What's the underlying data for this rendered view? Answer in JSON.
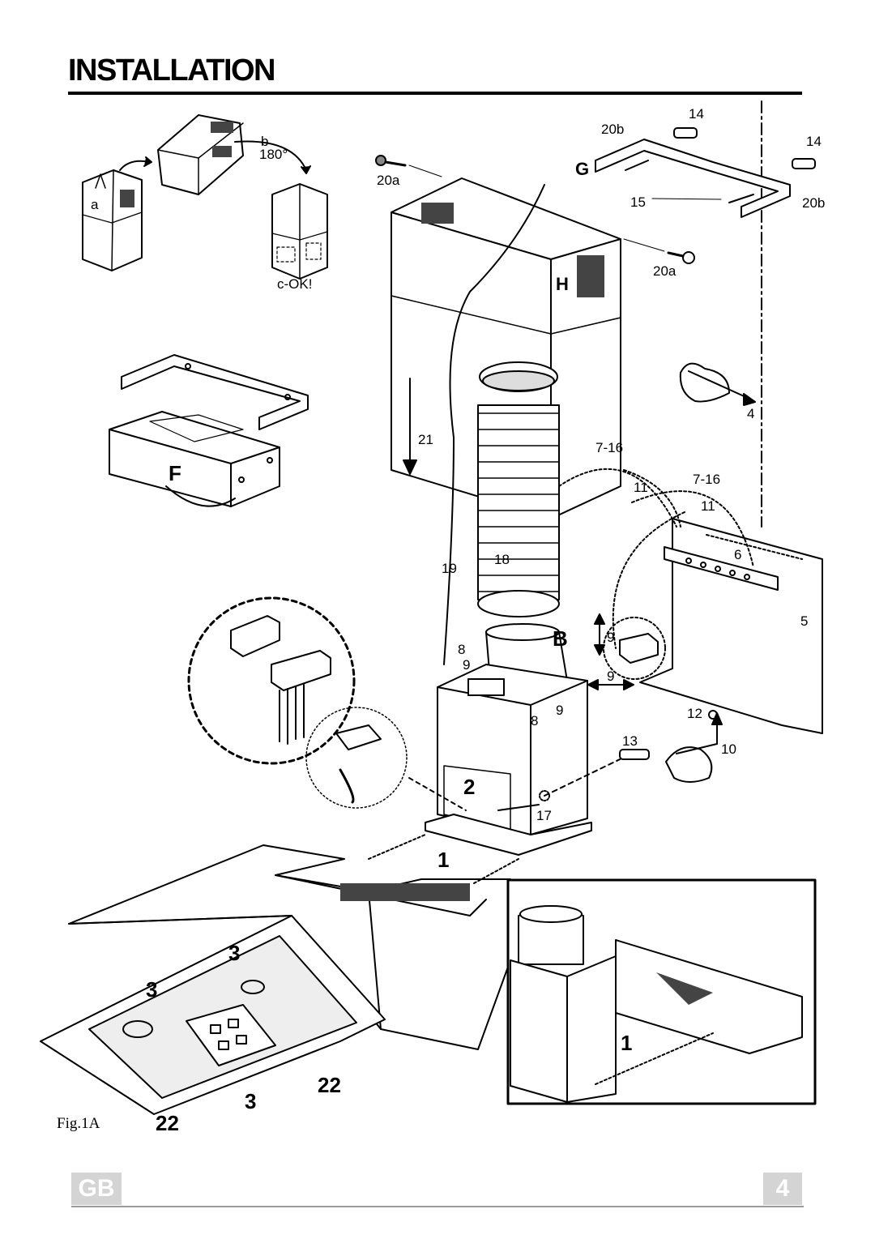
{
  "page": {
    "title": "INSTALLATION",
    "figure_caption": "Fig.1A",
    "language_tab": "GB",
    "page_number": "4"
  },
  "labels": {
    "a": "a",
    "b": "b",
    "angle": "180°",
    "c_ok": "c-OK!",
    "F": "F",
    "G": "G",
    "H": "H",
    "B": "B",
    "n1": "1",
    "n1_inset": "1",
    "n2": "2",
    "n3a": "3",
    "n3b": "3",
    "n3c": "3",
    "n4": "4",
    "n5": "5",
    "n6": "6",
    "n7_16a": "7-16",
    "n7_16b": "7-16",
    "n8a": "8",
    "n8b": "8",
    "n9a": "9",
    "n9b": "9",
    "n9c": "9",
    "n9d": "9",
    "n10": "10",
    "n11a": "11",
    "n11b": "11",
    "n12": "12",
    "n13": "13",
    "n14a": "14",
    "n14b": "14",
    "n15": "15",
    "n17": "17",
    "n18": "18",
    "n19": "19",
    "n20a_left": "20a",
    "n20a_right": "20a",
    "n20b_top": "20b",
    "n20b_right": "20b",
    "n21": "21",
    "n22a": "22",
    "n22b": "22"
  }
}
